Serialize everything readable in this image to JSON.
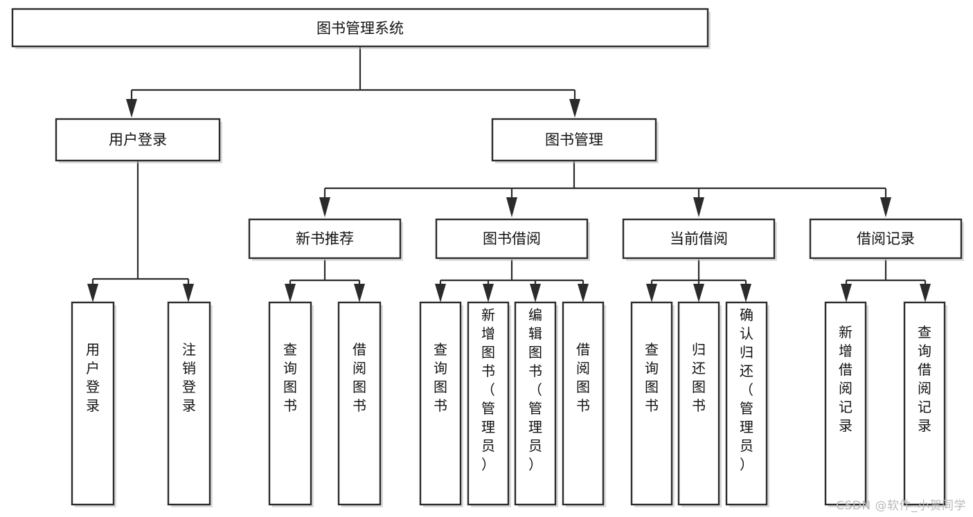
{
  "diagram": {
    "type": "tree-hierarchy",
    "title": "图书管理系统",
    "watermark": "CSDN @软件_小贺同学",
    "colors": {
      "box_fill": "#ffffff",
      "box_stroke": "#2b2b2b",
      "text": "#111111",
      "watermark": "#b9b9b9",
      "background": "#ffffff"
    },
    "root": {
      "id": "root",
      "label": "图书管理系统",
      "orientation": "horizontal"
    },
    "level1": [
      {
        "id": "user-login",
        "label": "用户登录",
        "orientation": "horizontal"
      },
      {
        "id": "book-manage",
        "label": "图书管理",
        "orientation": "horizontal"
      }
    ],
    "level2": [
      {
        "id": "new-book-recommend",
        "parent": "book-manage",
        "label": "新书推荐",
        "orientation": "horizontal"
      },
      {
        "id": "book-borrow",
        "parent": "book-manage",
        "label": "图书借阅",
        "orientation": "horizontal"
      },
      {
        "id": "current-borrow",
        "parent": "book-manage",
        "label": "当前借阅",
        "orientation": "horizontal"
      },
      {
        "id": "borrow-record",
        "parent": "book-manage",
        "label": "借阅记录",
        "orientation": "horizontal"
      }
    ],
    "leaves": [
      {
        "id": "leaf-user-login",
        "parent": "user-login",
        "label": "用户登录",
        "orientation": "vertical"
      },
      {
        "id": "leaf-user-logout",
        "parent": "user-login",
        "label": "注销登录",
        "orientation": "vertical"
      },
      {
        "id": "leaf-query-book-1",
        "parent": "new-book-recommend",
        "label": "查询图书",
        "orientation": "vertical"
      },
      {
        "id": "leaf-borrow-book-1",
        "parent": "new-book-recommend",
        "label": "借阅图书",
        "orientation": "vertical"
      },
      {
        "id": "leaf-query-book-2",
        "parent": "book-borrow",
        "label": "查询图书",
        "orientation": "vertical"
      },
      {
        "id": "leaf-add-book",
        "parent": "book-borrow",
        "label": "新增图书（管理员）",
        "orientation": "vertical"
      },
      {
        "id": "leaf-edit-book",
        "parent": "book-borrow",
        "label": "编辑图书（管理员）",
        "orientation": "vertical"
      },
      {
        "id": "leaf-borrow-book-2",
        "parent": "book-borrow",
        "label": "借阅图书",
        "orientation": "vertical"
      },
      {
        "id": "leaf-query-book-3",
        "parent": "current-borrow",
        "label": "查询图书",
        "orientation": "vertical"
      },
      {
        "id": "leaf-return-book",
        "parent": "current-borrow",
        "label": "归还图书",
        "orientation": "vertical"
      },
      {
        "id": "leaf-confirm-return",
        "parent": "current-borrow",
        "label": "确认归还（管理员）",
        "orientation": "vertical"
      },
      {
        "id": "leaf-add-record",
        "parent": "borrow-record",
        "label": "新增借阅记录",
        "orientation": "vertical"
      },
      {
        "id": "leaf-query-record",
        "parent": "borrow-record",
        "label": "查询借阅记录",
        "orientation": "vertical"
      }
    ]
  }
}
